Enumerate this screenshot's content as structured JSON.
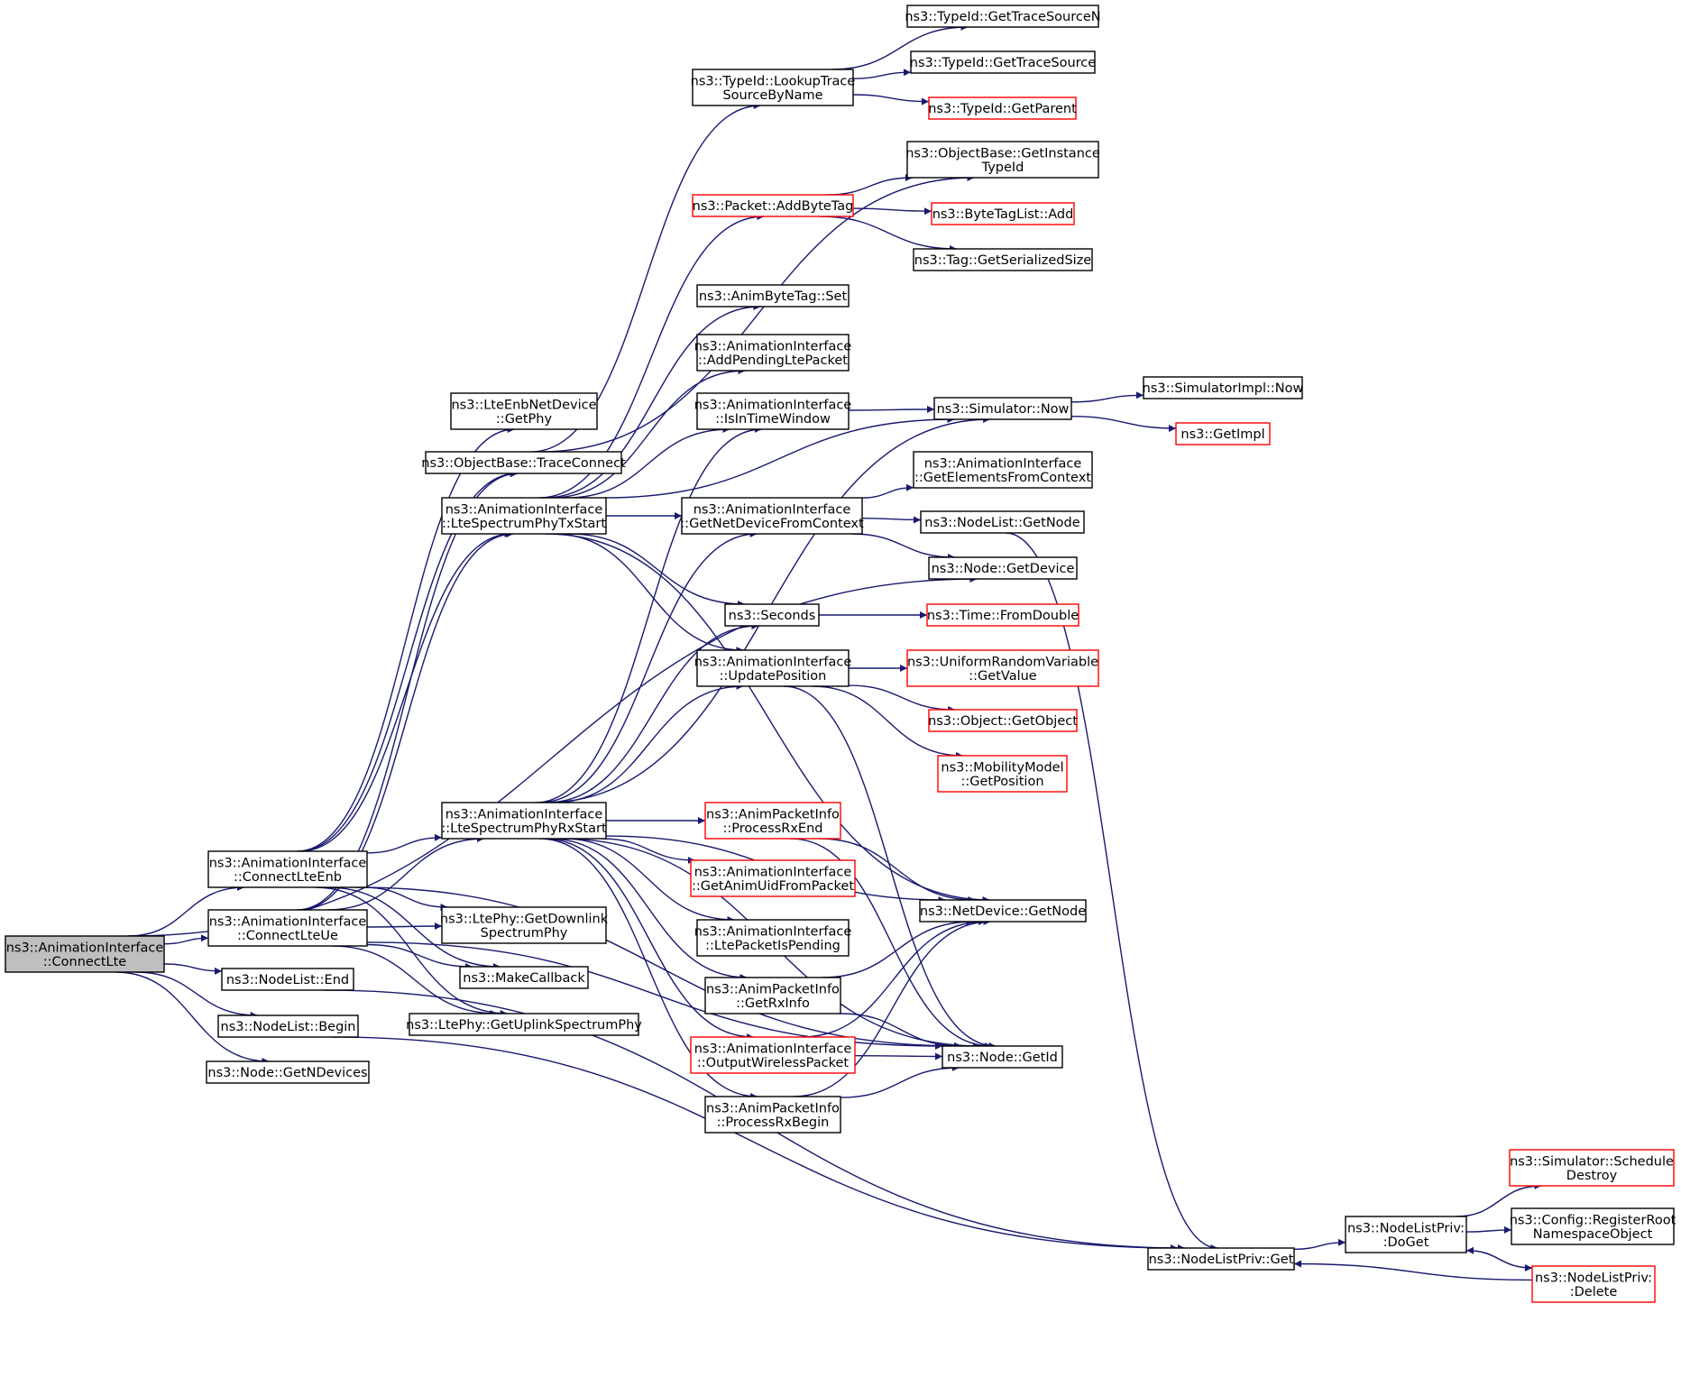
{
  "graph": {
    "colors": {
      "edge": "#191970",
      "root_fill": "#bfbfbf",
      "external_border": "#ff0000",
      "node_border": "#000000"
    },
    "nodes": [
      {
        "id": "root",
        "lines": [
          "ns3::AnimationInterface",
          "::ConnectLte"
        ],
        "root": true
      },
      {
        "id": "connectLteEnb",
        "lines": [
          "ns3::AnimationInterface",
          "::ConnectLteEnb"
        ]
      },
      {
        "id": "connectLteUe",
        "lines": [
          "ns3::AnimationInterface",
          "::ConnectLteUe"
        ]
      },
      {
        "id": "nodeListEnd",
        "lines": [
          "ns3::NodeList::End"
        ]
      },
      {
        "id": "nodeListBegin",
        "lines": [
          "ns3::NodeList::Begin"
        ]
      },
      {
        "id": "nodeGetNDevices",
        "lines": [
          "ns3::Node::GetNDevices"
        ]
      },
      {
        "id": "lteEnbGetPhy",
        "lines": [
          "ns3::LteEnbNetDevice",
          "::GetPhy"
        ]
      },
      {
        "id": "traceConnect",
        "lines": [
          "ns3::ObjectBase::TraceConnect"
        ]
      },
      {
        "id": "lteTxStart",
        "lines": [
          "ns3::AnimationInterface",
          "::LteSpectrumPhyTxStart"
        ]
      },
      {
        "id": "lteRxStart",
        "lines": [
          "ns3::AnimationInterface",
          "::LteSpectrumPhyRxStart"
        ]
      },
      {
        "id": "getDownlink",
        "lines": [
          "ns3::LtePhy::GetDownlink",
          "SpectrumPhy"
        ]
      },
      {
        "id": "makeCallback",
        "lines": [
          "ns3::MakeCallback"
        ]
      },
      {
        "id": "getUplink",
        "lines": [
          "ns3::LtePhy::GetUplinkSpectrumPhy"
        ]
      },
      {
        "id": "lookupTrace",
        "lines": [
          "ns3::TypeId::LookupTrace",
          "SourceByName"
        ]
      },
      {
        "id": "addByteTag",
        "lines": [
          "ns3::Packet::AddByteTag"
        ],
        "external": true
      },
      {
        "id": "animByteTagSet",
        "lines": [
          "ns3::AnimByteTag::Set"
        ]
      },
      {
        "id": "addPendingLte",
        "lines": [
          "ns3::AnimationInterface",
          "::AddPendingLtePacket"
        ]
      },
      {
        "id": "isInTimeWindow",
        "lines": [
          "ns3::AnimationInterface",
          "::IsInTimeWindow"
        ]
      },
      {
        "id": "getNetDeviceFromContext",
        "lines": [
          "ns3::AnimationInterface",
          "::GetNetDeviceFromContext"
        ]
      },
      {
        "id": "seconds",
        "lines": [
          "ns3::Seconds"
        ]
      },
      {
        "id": "updatePosition",
        "lines": [
          "ns3::AnimationInterface",
          "::UpdatePosition"
        ]
      },
      {
        "id": "processRxEnd",
        "lines": [
          "ns3::AnimPacketInfo",
          "::ProcessRxEnd"
        ],
        "external": true
      },
      {
        "id": "getAnimUid",
        "lines": [
          "ns3::AnimationInterface",
          "::GetAnimUidFromPacket"
        ],
        "external": true
      },
      {
        "id": "ltePacketIsPending",
        "lines": [
          "ns3::AnimationInterface",
          "::LtePacketIsPending"
        ]
      },
      {
        "id": "getRxInfo",
        "lines": [
          "ns3::AnimPacketInfo",
          "::GetRxInfo"
        ]
      },
      {
        "id": "outputWireless",
        "lines": [
          "ns3::AnimationInterface",
          "::OutputWirelessPacket"
        ],
        "external": true
      },
      {
        "id": "processRxBegin",
        "lines": [
          "ns3::AnimPacketInfo",
          "::ProcessRxBegin"
        ]
      },
      {
        "id": "getTraceSourceN",
        "lines": [
          "ns3::TypeId::GetTraceSourceN"
        ]
      },
      {
        "id": "getTraceSource",
        "lines": [
          "ns3::TypeId::GetTraceSource"
        ]
      },
      {
        "id": "getParent",
        "lines": [
          "ns3::TypeId::GetParent"
        ],
        "external": true
      },
      {
        "id": "getInstanceTypeId",
        "lines": [
          "ns3::ObjectBase::GetInstance",
          "TypeId"
        ]
      },
      {
        "id": "byteTagListAdd",
        "lines": [
          "ns3::ByteTagList::Add"
        ],
        "external": true
      },
      {
        "id": "tagGetSerializedSize",
        "lines": [
          "ns3::Tag::GetSerializedSize"
        ]
      },
      {
        "id": "simulatorNow",
        "lines": [
          "ns3::Simulator::Now"
        ]
      },
      {
        "id": "getElementsFromContext",
        "lines": [
          "ns3::AnimationInterface",
          "::GetElementsFromContext"
        ]
      },
      {
        "id": "nodeListGetNode",
        "lines": [
          "ns3::NodeList::GetNode"
        ]
      },
      {
        "id": "nodeGetDevice",
        "lines": [
          "ns3::Node::GetDevice"
        ]
      },
      {
        "id": "timeFromDouble",
        "lines": [
          "ns3::Time::FromDouble"
        ],
        "external": true
      },
      {
        "id": "uniformGetValue",
        "lines": [
          "ns3::UniformRandomVariable",
          "::GetValue"
        ],
        "external": true
      },
      {
        "id": "objectGetObject",
        "lines": [
          "ns3::Object::GetObject"
        ],
        "external": true
      },
      {
        "id": "mobilityGetPosition",
        "lines": [
          "ns3::MobilityModel",
          "::GetPosition"
        ],
        "external": true
      },
      {
        "id": "netDeviceGetNode",
        "lines": [
          "ns3::NetDevice::GetNode"
        ]
      },
      {
        "id": "nodeGetId",
        "lines": [
          "ns3::Node::GetId"
        ]
      },
      {
        "id": "simImplNow",
        "lines": [
          "ns3::SimulatorImpl::Now"
        ]
      },
      {
        "id": "getImpl",
        "lines": [
          "ns3::GetImpl"
        ],
        "external": true
      },
      {
        "id": "nodeListPrivGet",
        "lines": [
          "ns3::NodeListPriv::Get"
        ]
      },
      {
        "id": "nodeListPrivDoGet",
        "lines": [
          "ns3::NodeListPriv:",
          ":DoGet"
        ]
      },
      {
        "id": "scheduleDestroy",
        "lines": [
          "ns3::Simulator::Schedule",
          "Destroy"
        ],
        "external": true
      },
      {
        "id": "registerRoot",
        "lines": [
          "ns3::Config::RegisterRoot",
          "NamespaceObject"
        ]
      },
      {
        "id": "nodeListPrivDelete",
        "lines": [
          "ns3::NodeListPriv:",
          ":Delete"
        ],
        "external": true
      }
    ],
    "edges": [
      [
        "root",
        "connectLteEnb"
      ],
      [
        "root",
        "connectLteUe"
      ],
      [
        "root",
        "nodeListEnd"
      ],
      [
        "root",
        "nodeListBegin"
      ],
      [
        "root",
        "nodeGetNDevices"
      ],
      [
        "root",
        "nodeGetDevice"
      ],
      [
        "connectLteEnb",
        "lteEnbGetPhy"
      ],
      [
        "connectLteEnb",
        "traceConnect"
      ],
      [
        "connectLteEnb",
        "lteTxStart"
      ],
      [
        "connectLteEnb",
        "lteRxStart"
      ],
      [
        "connectLteEnb",
        "getDownlink"
      ],
      [
        "connectLteEnb",
        "makeCallback"
      ],
      [
        "connectLteEnb",
        "getUplink"
      ],
      [
        "connectLteEnb",
        "nodeGetId"
      ],
      [
        "connectLteUe",
        "traceConnect"
      ],
      [
        "connectLteUe",
        "lteTxStart"
      ],
      [
        "connectLteUe",
        "lteRxStart"
      ],
      [
        "connectLteUe",
        "getDownlink"
      ],
      [
        "connectLteUe",
        "makeCallback"
      ],
      [
        "connectLteUe",
        "getUplink"
      ],
      [
        "connectLteUe",
        "nodeGetId"
      ],
      [
        "nodeListEnd",
        "nodeListPrivGet"
      ],
      [
        "nodeListBegin",
        "nodeListPrivGet"
      ],
      [
        "traceConnect",
        "lookupTrace"
      ],
      [
        "traceConnect",
        "getInstanceTypeId"
      ],
      [
        "lteTxStart",
        "addByteTag"
      ],
      [
        "lteTxStart",
        "animByteTagSet"
      ],
      [
        "lteTxStart",
        "addPendingLte"
      ],
      [
        "lteTxStart",
        "isInTimeWindow"
      ],
      [
        "lteTxStart",
        "getNetDeviceFromContext"
      ],
      [
        "lteTxStart",
        "seconds"
      ],
      [
        "lteTxStart",
        "updatePosition"
      ],
      [
        "lteTxStart",
        "simulatorNow"
      ],
      [
        "lteTxStart",
        "netDeviceGetNode"
      ],
      [
        "lteRxStart",
        "isInTimeWindow"
      ],
      [
        "lteRxStart",
        "getNetDeviceFromContext"
      ],
      [
        "lteRxStart",
        "seconds"
      ],
      [
        "lteRxStart",
        "updatePosition"
      ],
      [
        "lteRxStart",
        "simulatorNow"
      ],
      [
        "lteRxStart",
        "processRxEnd"
      ],
      [
        "lteRxStart",
        "getAnimUid"
      ],
      [
        "lteRxStart",
        "ltePacketIsPending"
      ],
      [
        "lteRxStart",
        "getRxInfo"
      ],
      [
        "lteRxStart",
        "outputWireless"
      ],
      [
        "lteRxStart",
        "processRxBegin"
      ],
      [
        "lteRxStart",
        "netDeviceGetNode"
      ],
      [
        "lteRxStart",
        "nodeGetId"
      ],
      [
        "lookupTrace",
        "getTraceSourceN"
      ],
      [
        "lookupTrace",
        "getTraceSource"
      ],
      [
        "lookupTrace",
        "getParent"
      ],
      [
        "addByteTag",
        "getInstanceTypeId"
      ],
      [
        "addByteTag",
        "byteTagListAdd"
      ],
      [
        "addByteTag",
        "tagGetSerializedSize"
      ],
      [
        "isInTimeWindow",
        "simulatorNow"
      ],
      [
        "getNetDeviceFromContext",
        "getElementsFromContext"
      ],
      [
        "getNetDeviceFromContext",
        "nodeListGetNode"
      ],
      [
        "getNetDeviceFromContext",
        "nodeGetDevice"
      ],
      [
        "seconds",
        "timeFromDouble"
      ],
      [
        "updatePosition",
        "uniformGetValue"
      ],
      [
        "updatePosition",
        "objectGetObject"
      ],
      [
        "updatePosition",
        "mobilityGetPosition"
      ],
      [
        "updatePosition",
        "nodeGetId"
      ],
      [
        "processRxEnd",
        "netDeviceGetNode"
      ],
      [
        "processRxEnd",
        "nodeGetId"
      ],
      [
        "getRxInfo",
        "netDeviceGetNode"
      ],
      [
        "getRxInfo",
        "nodeGetId"
      ],
      [
        "outputWireless",
        "netDeviceGetNode"
      ],
      [
        "outputWireless",
        "nodeGetId"
      ],
      [
        "processRxBegin",
        "netDeviceGetNode"
      ],
      [
        "processRxBegin",
        "nodeGetId"
      ],
      [
        "simulatorNow",
        "simImplNow"
      ],
      [
        "simulatorNow",
        "getImpl"
      ],
      [
        "nodeListGetNode",
        "nodeListPrivGet"
      ],
      [
        "nodeListPrivGet",
        "nodeListPrivDoGet"
      ],
      [
        "nodeListPrivDoGet",
        "scheduleDestroy"
      ],
      [
        "nodeListPrivDoGet",
        "registerRoot"
      ],
      [
        "nodeListPrivDoGet",
        "nodeListPrivDelete"
      ],
      [
        "nodeListPrivDelete",
        "nodeListPrivDoGet"
      ],
      [
        "nodeListPrivDelete",
        "nodeListPrivGet"
      ]
    ]
  }
}
